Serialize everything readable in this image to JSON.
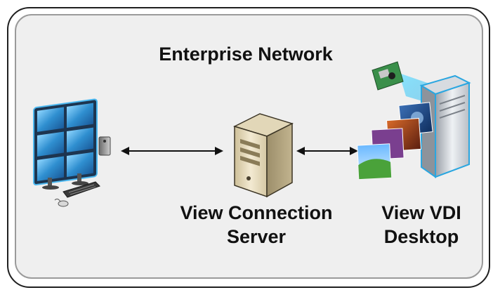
{
  "network": {
    "title": "Enterprise Network"
  },
  "connection_server": {
    "line1": "View Connection",
    "line2": "Server"
  },
  "vdi_desktop": {
    "line1": "View VDI",
    "line2": "Desktop"
  },
  "colors": {
    "background": "#efefef",
    "outer_border": "#1f1f1f",
    "zone_border": "#9a9a9a",
    "screen_blue": "#3aa0d8",
    "server_beige": "#e9dfc3",
    "arrow": "#111111"
  },
  "icons": [
    "client-workstation-icon",
    "tower-server-icon",
    "vdi-host-icon",
    "graphics-card-icon"
  ]
}
